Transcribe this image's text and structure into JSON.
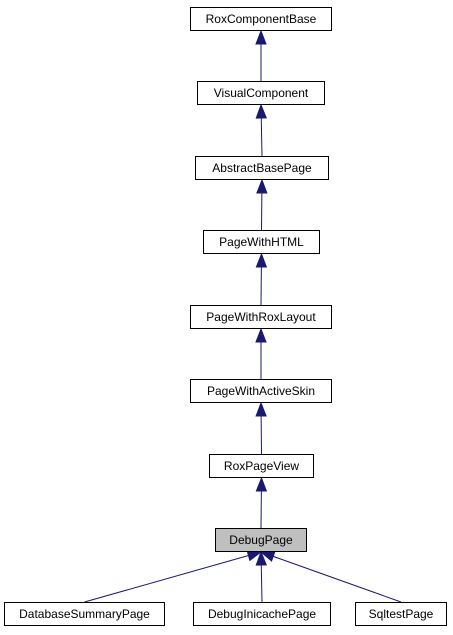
{
  "diagram": {
    "nodes": [
      {
        "id": "n0",
        "label": "RoxComponentBase",
        "highlighted": false
      },
      {
        "id": "n1",
        "label": "VisualComponent",
        "highlighted": false
      },
      {
        "id": "n2",
        "label": "AbstractBasePage",
        "highlighted": false
      },
      {
        "id": "n3",
        "label": "PageWithHTML",
        "highlighted": false
      },
      {
        "id": "n4",
        "label": "PageWithRoxLayout",
        "highlighted": false
      },
      {
        "id": "n5",
        "label": "PageWithActiveSkin",
        "highlighted": false
      },
      {
        "id": "n6",
        "label": "RoxPageView",
        "highlighted": false
      },
      {
        "id": "n7",
        "label": "DebugPage",
        "highlighted": true
      },
      {
        "id": "n8",
        "label": "DatabaseSummaryPage",
        "highlighted": false
      },
      {
        "id": "n9",
        "label": "DebugInicachePage",
        "highlighted": false
      },
      {
        "id": "n10",
        "label": "SqltestPage",
        "highlighted": false
      }
    ],
    "edges": [
      {
        "from": "n1",
        "to": "n0"
      },
      {
        "from": "n2",
        "to": "n1"
      },
      {
        "from": "n3",
        "to": "n2"
      },
      {
        "from": "n4",
        "to": "n3"
      },
      {
        "from": "n5",
        "to": "n4"
      },
      {
        "from": "n6",
        "to": "n5"
      },
      {
        "from": "n7",
        "to": "n6"
      },
      {
        "from": "n8",
        "to": "n7"
      },
      {
        "from": "n9",
        "to": "n7"
      },
      {
        "from": "n10",
        "to": "n7"
      }
    ],
    "colors": {
      "edge": "#191970",
      "node_border": "#000000",
      "node_fill": "#ffffff",
      "highlight_fill": "#bfbfbf"
    }
  }
}
